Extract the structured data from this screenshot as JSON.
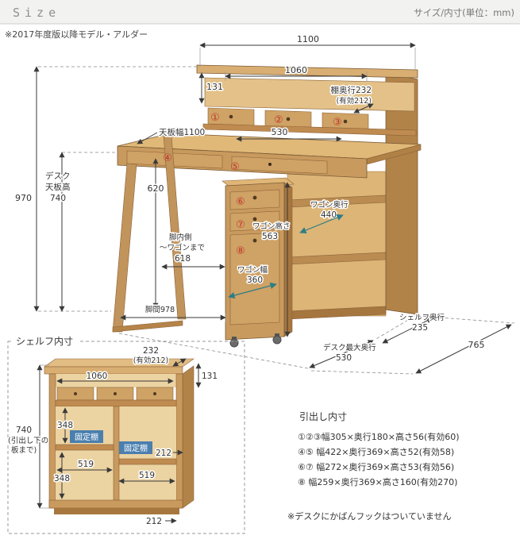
{
  "header": {
    "title": "Size",
    "subtitle": "サイズ/内寸(単位：mm)"
  },
  "model_note": "※2017年度版以降モデル・アルダー",
  "colors": {
    "accent_red": "#c0392b",
    "teal_arrow": "#2e7d86",
    "fixed_shelf_bg": "#4a7fae",
    "wood_light": "#d9ae72",
    "wood_mid": "#c89a5e",
    "wood_dark": "#a6763f"
  },
  "main": {
    "dims": {
      "total_width": "1100",
      "hutch_inner_width": "1060",
      "hutch_height": "131",
      "shelf_depth_line1": "棚奥行232",
      "shelf_depth_line2": "(有効212)",
      "top_width": "天板幅1100",
      "top_depth": "530",
      "desk_h1": "デスク",
      "desk_h2": "天板高",
      "desk_h3": "740",
      "total_height": "970",
      "under_height": "620",
      "leg_in1": "脚内側",
      "leg_in2": "〜ワゴンまで",
      "leg_in3": "618",
      "wagon_h1": "ワゴン高さ",
      "wagon_h2": "563",
      "wagon_d1": "ワゴン奥行",
      "wagon_d2": "440",
      "wagon_w1": "ワゴン幅",
      "wagon_w2": "360",
      "leg_span": "脚間978",
      "desk_depth1": "デスク最大奥行",
      "desk_depth2": "530",
      "shelf_unit_d1": "シェルフ奥行",
      "shelf_unit_d2": "235",
      "total_depth": "765"
    },
    "drawer_marks": {
      "d1": "①",
      "d2": "②",
      "d3": "③",
      "d4": "④",
      "d5": "⑤",
      "d6": "⑥",
      "d7": "⑦",
      "d8": "⑧"
    }
  },
  "shelf_inner": {
    "title": "シェルフ内寸",
    "depth": "232",
    "depth_eff": "(有効212)",
    "hutch_height": "131",
    "inner_width": "1060",
    "height": "740",
    "height_note1": "(引出し下の",
    "height_note2": "板まで)",
    "comp_height_top": "348",
    "comp_height_bottom": "348",
    "fixed_shelf": "固定棚",
    "comp_width_left": "519",
    "comp_width_right": "519",
    "depth_upper": "212",
    "depth_lower": "212"
  },
  "drawer_inner": {
    "title": "引出し内寸",
    "lines": [
      "①②③幅305×奥行180×高さ56(有効60)",
      "④⑤ 幅422×奥行369×高さ52(有効58)",
      "⑥⑦ 幅272×奥行369×高さ53(有効56)",
      "⑧ 幅259×奥行369×高さ160(有効270)"
    ],
    "note": "※デスクにかばんフックはついていません"
  }
}
